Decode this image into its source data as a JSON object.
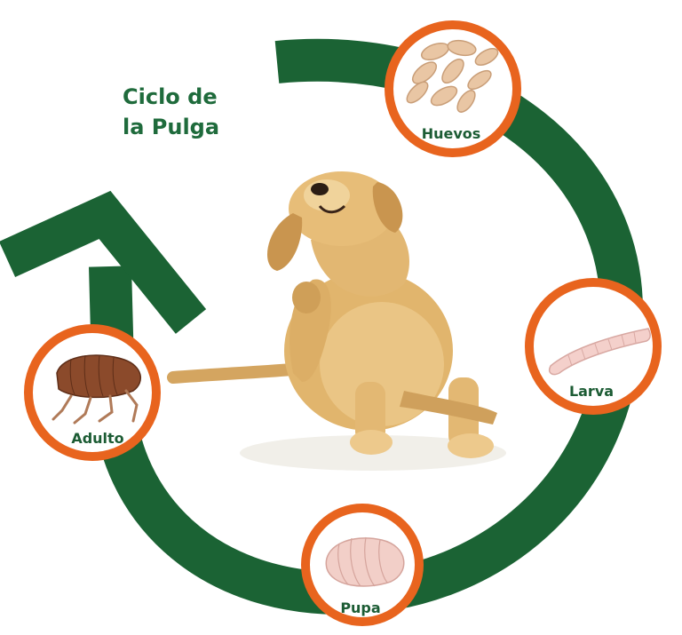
{
  "title": {
    "line1": "Ciclo de",
    "line2": "la Pulga"
  },
  "stages": [
    {
      "label": "Huevos",
      "icon": "eggs-icon"
    },
    {
      "label": "Larva",
      "icon": "larva-icon"
    },
    {
      "label": "Pupa",
      "icon": "pupa-icon"
    },
    {
      "label": "Adulto",
      "icon": "adult-flea-icon"
    }
  ],
  "colors": {
    "cycle_arrow": "#1b6334",
    "circle_ring": "#e8641e",
    "title_text": "#1f6b3c"
  }
}
